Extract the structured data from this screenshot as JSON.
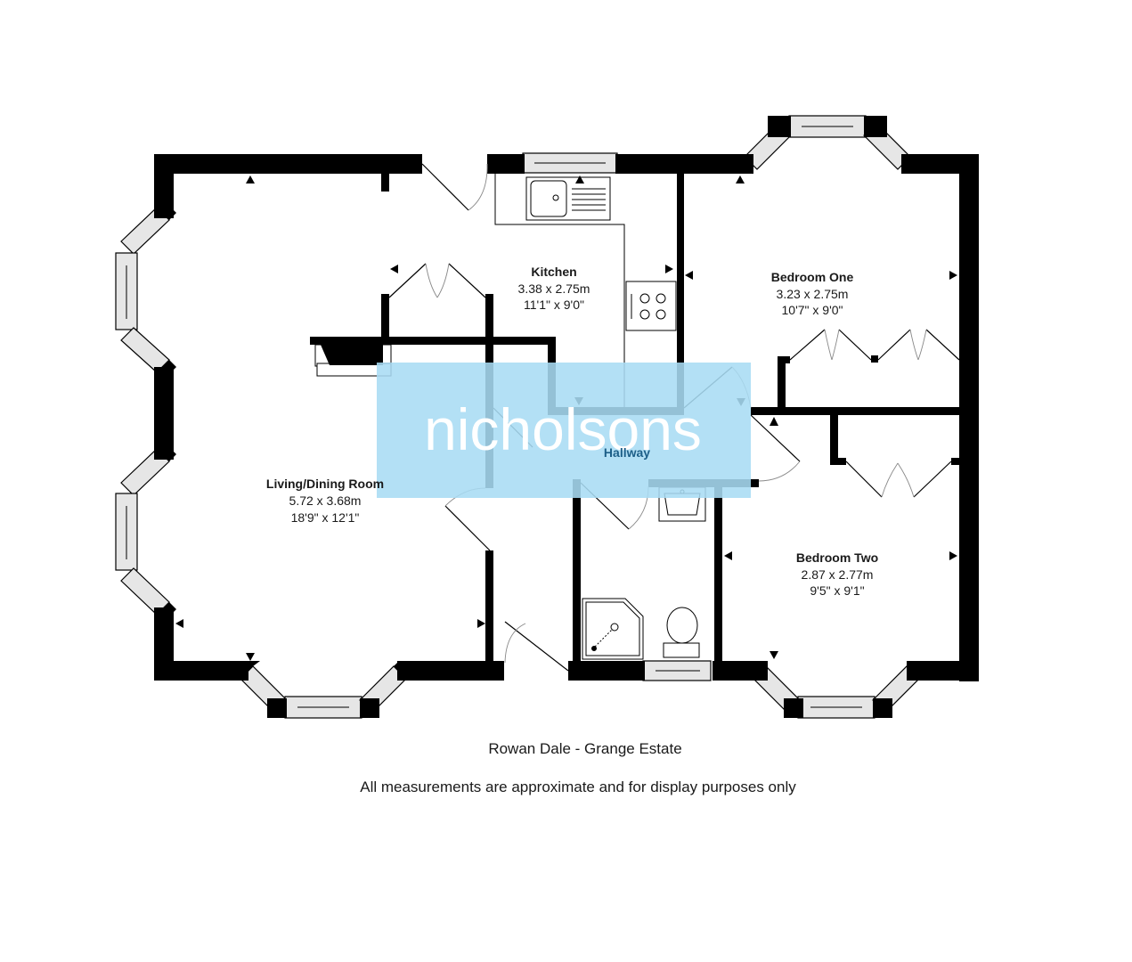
{
  "plan": {
    "rooms": [
      {
        "id": "living",
        "name": "Living/Dining Room",
        "metric": "5.72 x 3.68m",
        "imperial": "18'9\" x 12'1\""
      },
      {
        "id": "kitchen",
        "name": "Kitchen",
        "metric": "3.38 x 2.75m",
        "imperial": "11'1\" x 9'0\""
      },
      {
        "id": "bedroom1",
        "name": "Bedroom One",
        "metric": "3.23 x 2.75m",
        "imperial": "10'7\" x 9'0\""
      },
      {
        "id": "bedroom2",
        "name": "Bedroom Two",
        "metric": "2.87 x 2.77m",
        "imperial": "9'5\" x 9'1\""
      },
      {
        "id": "hallway",
        "name": "Hallway"
      }
    ],
    "caption_address": "Rowan Dale - Grange Estate",
    "caption_disclaimer": "All measurements are approximate and for display purposes only"
  },
  "watermark": {
    "text": "nicholsons",
    "background_color": "#a9dcf4",
    "text_color": "#ffffff",
    "hallway_label_color": "#1d5f88"
  },
  "colors": {
    "wall": "#000000",
    "window_frame": "#e6e6e6"
  }
}
